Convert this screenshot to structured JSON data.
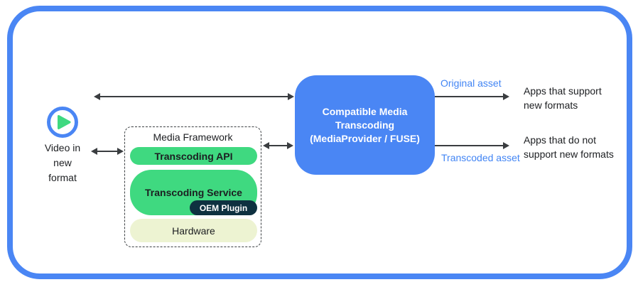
{
  "icons": {
    "play": "play-icon"
  },
  "colors": {
    "frame_blue": "#4a86f4",
    "transcoder_blue": "#4a86f4",
    "asset_label_blue": "#4285f4",
    "pill_green": "#3fd980",
    "oem_navy": "#0e3140",
    "hardware_cream": "#edf3d2",
    "arrow_dark": "#3a3d40"
  },
  "source": {
    "label": "Video in\nnew\nformat"
  },
  "framework": {
    "title": "Media Framework",
    "layers": {
      "api": "Transcoding API",
      "service": "Transcoding Service",
      "oem": "OEM Plugin",
      "hardware": "Hardware"
    }
  },
  "transcoder": {
    "label": "Compatible Media\nTranscoding\n(MediaProvider / FUSE)"
  },
  "flows": {
    "original": "Original asset",
    "transcoded": "Transcoded asset"
  },
  "destinations": {
    "support": "Apps that support\nnew formats",
    "no_support": "Apps that do not\nsupport new formats"
  }
}
